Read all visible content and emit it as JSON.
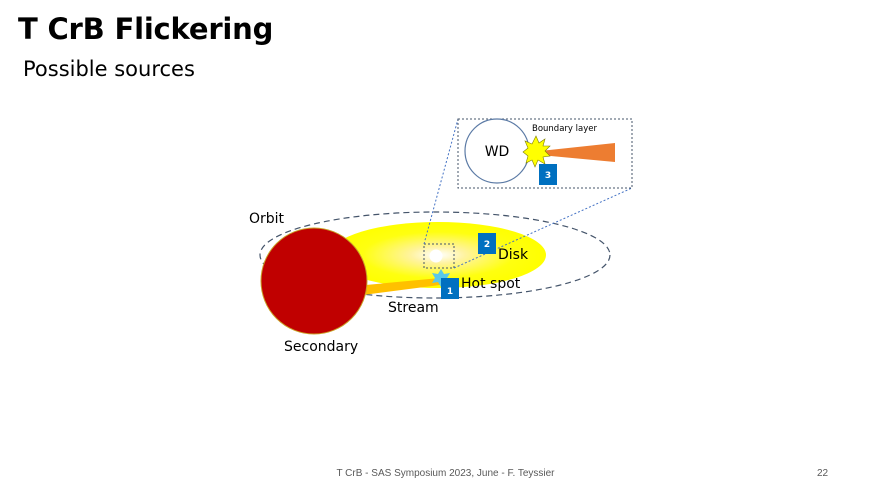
{
  "slide": {
    "title": "T CrB Flickering",
    "subtitle": "Possible sources"
  },
  "diagram": {
    "labels": {
      "orbit": "Orbit",
      "disk": "Disk",
      "hot_spot": "Hot spot",
      "stream": "Stream",
      "secondary": "Secondary",
      "wd": "WD",
      "boundary_layer": "Boundary layer"
    },
    "markers": [
      "1",
      "2",
      "3"
    ],
    "colors": {
      "secondary_fill": "#c00000",
      "disk_fill": "#ffff00",
      "stream_fill": "#ffc000",
      "boundary_jet": "#ed7d31",
      "marker_fill": "#0070c0",
      "hotspot_star": "#5bc8e8",
      "orbit_stroke": "#44546a"
    }
  },
  "footer": {
    "text": "T CrB  - SAS Symposium 2023, June - F. Teyssier",
    "page": "22"
  }
}
